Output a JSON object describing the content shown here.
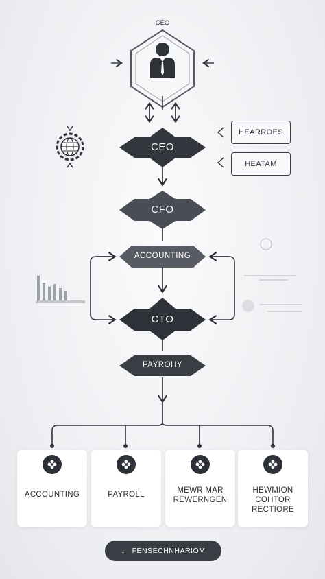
{
  "top": {
    "label": "CEO"
  },
  "nodes": {
    "ceo": "CEO",
    "cfo": "CFO",
    "accounting": "ACCOUNTING",
    "cto": "CTO",
    "payroll": "PAYROHY"
  },
  "side_boxes": [
    "HEARROES",
    "HEATAM"
  ],
  "cards": [
    {
      "lines": [
        "ACCOUNTING"
      ],
      "icon": "node-cluster-icon"
    },
    {
      "lines": [
        "PAYROLL"
      ],
      "icon": "node-cluster-icon"
    },
    {
      "lines": [
        "MEWR MAR",
        "REWERNGEN"
      ],
      "icon": "node-cluster-icon"
    },
    {
      "lines": [
        "HEWMION",
        "COHTOR",
        "RECTIORE"
      ],
      "icon": "node-cluster-icon"
    }
  ],
  "bottom_button": {
    "label": "FENSECHNHARIOM",
    "icon": "arrow-down-icon"
  },
  "colors": {
    "node_dark": "#2e3138",
    "node_mid": "#4a4d55",
    "background": "#eceef1",
    "line": "#2e3138"
  }
}
